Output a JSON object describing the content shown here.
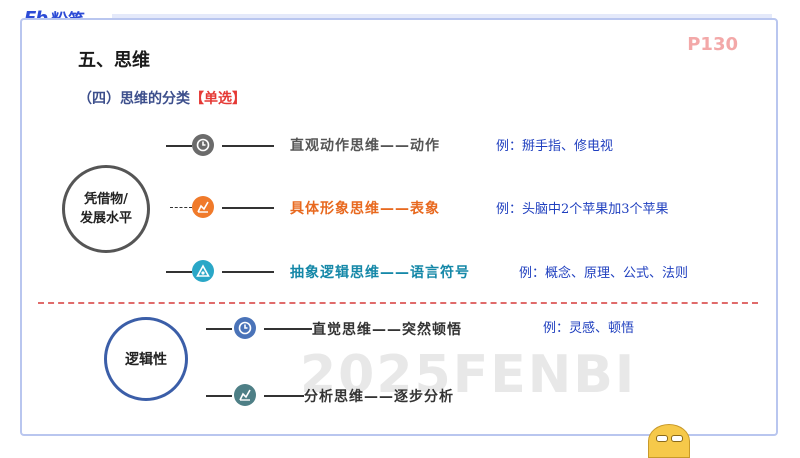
{
  "brand": {
    "mark": "Fb",
    "name": "粉笔"
  },
  "page_number": "P130",
  "section_title": "五、思维",
  "subtitle": {
    "text": "（四）思维的分类",
    "tag": "【单选】"
  },
  "criteria": [
    {
      "label": "凭借物/\n发展水平"
    },
    {
      "label": "逻辑性"
    }
  ],
  "rows": [
    {
      "label": "直观动作思维——动作",
      "example": "例：掰手指、修电视",
      "color": "#555555"
    },
    {
      "label": "具体形象思维——表象",
      "example": "例：头脑中2个苹果加3个苹果",
      "color": "#e8691f"
    },
    {
      "label": "抽象逻辑思维——语言符号",
      "example": "例：概念、原理、公式、法则",
      "color": "#1588a8"
    },
    {
      "label": "直觉思维——突然顿悟",
      "example": "例：灵感、顿悟",
      "color": "#333333"
    },
    {
      "label": "分析思维——逐步分析",
      "example": "",
      "color": "#333333"
    }
  ],
  "watermark": "2025FENBI",
  "icons": [
    "clock-icon",
    "chart-icon",
    "triangle-icon",
    "clock-icon",
    "chart-icon"
  ]
}
